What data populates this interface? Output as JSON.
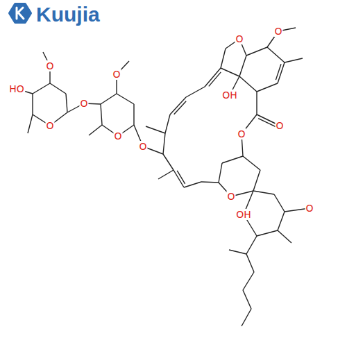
{
  "diagram": {
    "labels": [
      "Kuujia",
      "O",
      "HO",
      "O",
      "O",
      "O",
      "O",
      "O",
      "O",
      "O",
      "OH",
      "O",
      "O",
      "O",
      "O",
      "OH"
    ]
  }
}
